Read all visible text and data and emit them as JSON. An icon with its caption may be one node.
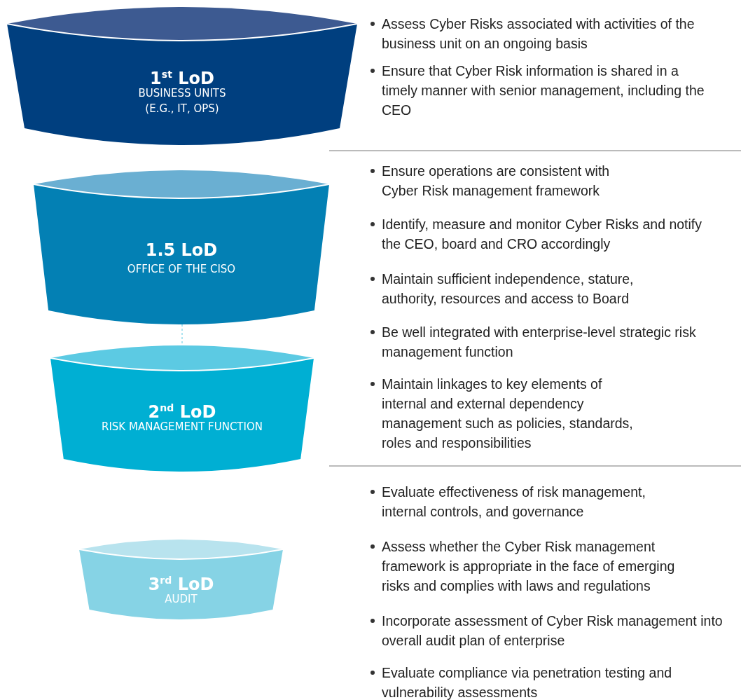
{
  "diagram": {
    "nodes": [
      {
        "text": [
          "1$^{st}$ LoD",
          "BUSINESS UNITS (E.G., IT, OPS)"
        ]
      },
      {
        "text": [
          "1.5 LoD",
          "OFFICE OF THE CISO"
        ]
      },
      {
        "text": [
          "2$^{nd}$ LoD",
          "RISK MANAGEMENT FUNCTION"
        ]
      },
      {
        "text": [
          "3$^{rd}$ LoD",
          "AUDIT"
        ]
      }
    ],
    "edges": [
      {
        "from": 1,
        "to": 2,
        "arrow": "none",
        "style": "dashed"
      }
    ],
    "labels": [
      "Assess Cyber Risks associated with activities of the business unit on an ongoing basis",
      "Ensure that Cyber Risk information is shared in a timely manner with senior management, including the CEO",
      "Ensure operations are consistent with Cyber Risk management framework",
      "Identify,  measure and monitor Cyber Risks and notify the CEO, board and CRO accordingly",
      "Maintain sufficient independence, stature, authority, resources and access to Board",
      "Be well integrated with enterprise-level strategic risk management function",
      "Maintain linkages to key elements of internal and external dependency management such as policies, standards, roles and responsibilities",
      "Evaluate effectiveness of risk management, internal controls, and governance",
      "Assess whether the Cyber Risk management framework is appropriate in the face of emerging risks and complies with laws and regulations",
      "Incorporate assessment of Cyber Risk management into overall audit plan of enterprise",
      "Evaluate compliance via penetration testing and vulnerability assessments"
    ]
  }
}
